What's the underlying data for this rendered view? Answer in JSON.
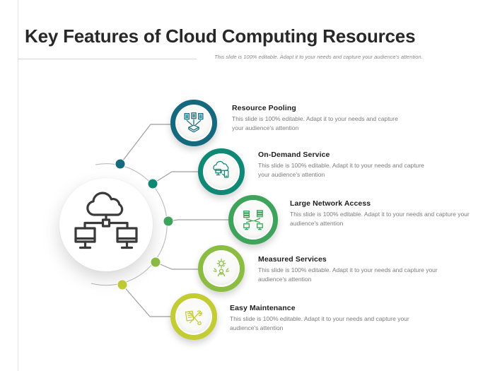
{
  "slide": {
    "title": "Key Features of Cloud Computing Resources",
    "subtitle": "This slide is 100% editable. Adapt it to your needs and capture your audience's attention."
  },
  "center": {
    "icon": "cloud-network-icon",
    "icon_color": "#3a3a3a"
  },
  "connector_color": "#9e9e9e",
  "arc_color": "#b5b5b5",
  "features": [
    {
      "label": "Resource Pooling",
      "description": "This slide is 100% editable. Adapt it to your needs and capture your audience's attention",
      "color": "#15697E",
      "icon": "resource-pooling-icon"
    },
    {
      "label": "On-Demand Service",
      "description": "This slide is 100% editable. Adapt it to your needs and capture your audience's attention",
      "color": "#0F8875",
      "icon": "on-demand-service-icon"
    },
    {
      "label": "Large Network Access",
      "description": "This slide is 100% editable. Adapt it to your needs and capture your audience's attention",
      "color": "#3EA45B",
      "icon": "large-network-access-icon"
    },
    {
      "label": "Measured Services",
      "description": "This slide is 100% editable. Adapt it to your needs and capture your audience's attention",
      "color": "#8ABD41",
      "icon": "measured-services-icon"
    },
    {
      "label": "Easy Maintenance",
      "description": "This slide is 100% editable. Adapt it to your needs and capture your audience's attention",
      "color": "#C3CC33",
      "icon": "easy-maintenance-icon"
    }
  ]
}
